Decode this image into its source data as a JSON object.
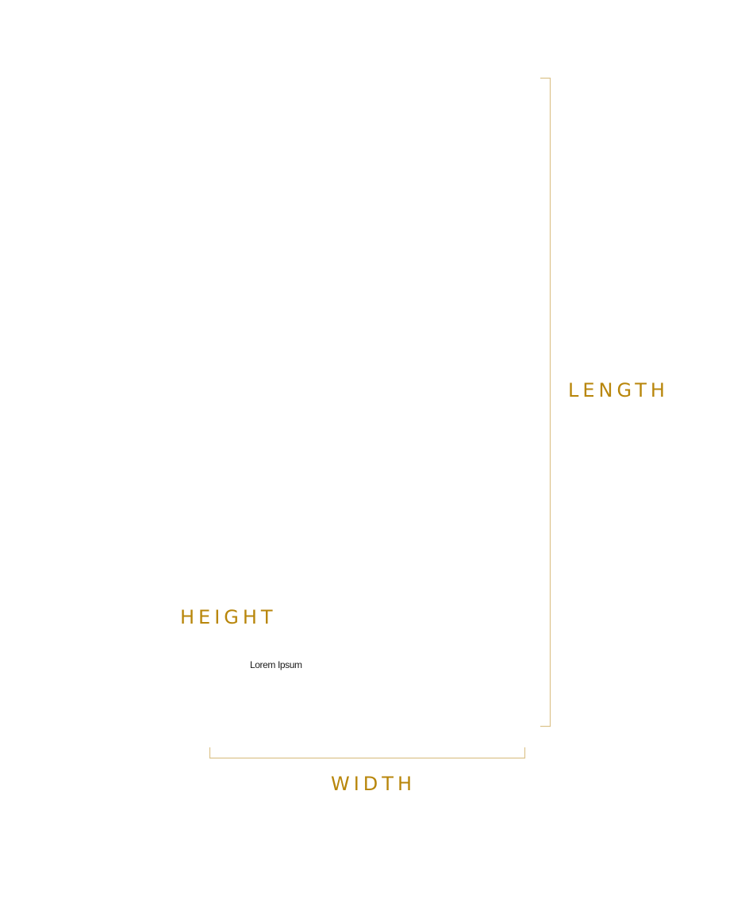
{
  "colors": {
    "accent": "#b8860b",
    "bracket": "#dcc38c",
    "text": "#1a1a1a",
    "background": "#ffffff"
  },
  "labels": {
    "length": "LENGTH",
    "height": "HEIGHT",
    "width": "WIDTH"
  },
  "sample_text": "Lorem Ipsum"
}
